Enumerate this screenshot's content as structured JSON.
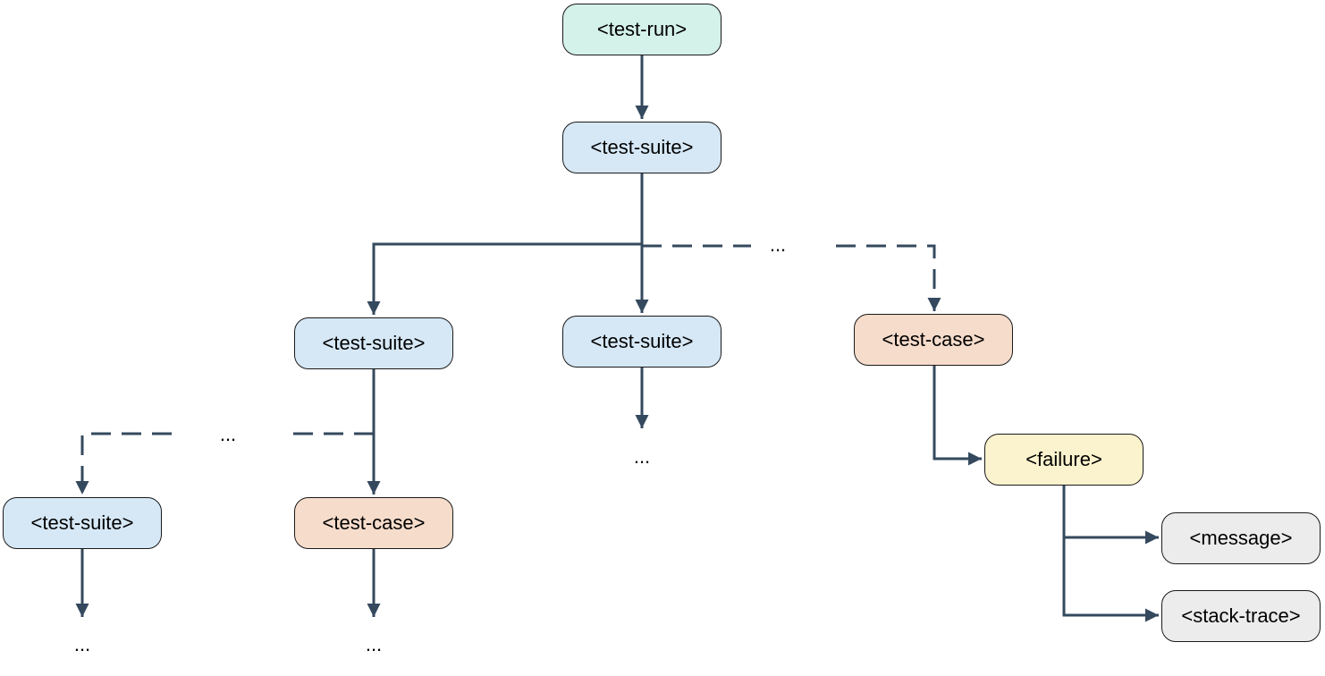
{
  "colors": {
    "edge": "#34495e",
    "root": "#d4f1ea",
    "suite": "#d6e8f6",
    "case": "#f6dccb",
    "failure": "#fbf3cd",
    "detail": "#ececec"
  },
  "nodes": {
    "root": "<test-run>",
    "suite_top": "<test-suite>",
    "suite_left": "<test-suite>",
    "suite_mid": "<test-suite>",
    "case_right": "<test-case>",
    "failure": "<failure>",
    "suite_bottom_left": "<test-suite>",
    "case_bottom": "<test-case>",
    "message": "<message>",
    "stack_trace": "<stack-trace>"
  },
  "ellipses": {
    "top_branch": "...",
    "left_branch": "...",
    "mid_continuation": "...",
    "bottom_left_continuation": "...",
    "bottom_case_continuation": "..."
  }
}
